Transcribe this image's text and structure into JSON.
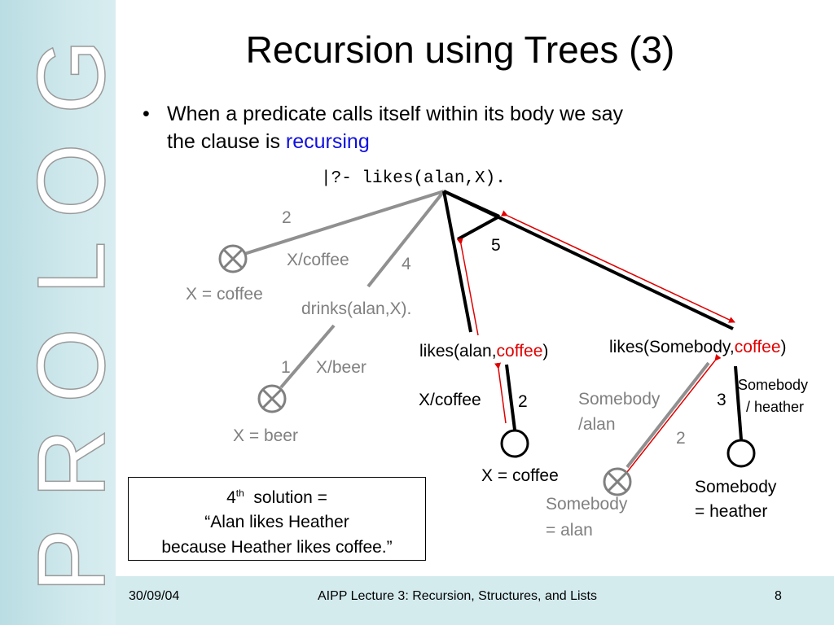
{
  "sidebar": {
    "logo_letters": [
      "P",
      "R",
      "O",
      "L",
      "O",
      "G"
    ]
  },
  "slide": {
    "title": "Recursion using Trees (3)",
    "bullet_marker": "•",
    "bullet_line1": "When a predicate calls itself within its body we say",
    "bullet_line2_prefix": "the clause is ",
    "bullet_highlight": "recursing"
  },
  "tree": {
    "query": "|?- likes(alan,X).",
    "branch_labels": {
      "b2": "2",
      "b4": "4",
      "b5": "5",
      "b1": "1",
      "b2b": "2",
      "b3": "3",
      "b2c": "2"
    },
    "subst": {
      "x_coffee_left": "X/coffee",
      "x_beer": "X/beer",
      "x_coffee_mid": "X/coffee",
      "somebody_alan_1": "Somebody",
      "somebody_alan_2": "/alan",
      "somebody_heather_1": "Somebody",
      "somebody_heather_2": "/ heather"
    },
    "goals": {
      "drinks": "drinks(alan,X).",
      "likes_alan_prefix": "likes(alan,",
      "likes_alan_coffee": "coffee",
      "likes_alan_suffix": ")",
      "likes_somebody_prefix": "likes(Somebody,",
      "likes_somebody_coffee": "coffee",
      "likes_somebody_suffix": ")"
    },
    "results": {
      "x_coffee_left": "X = coffee",
      "x_beer": "X = beer",
      "x_coffee_mid": "X = coffee",
      "somebody_alan_1": "Somebody",
      "somebody_alan_2": "= alan",
      "somebody_heather_1": "Somebody",
      "somebody_heather_2": "= heather"
    }
  },
  "solution_box": {
    "line1_num": "4",
    "line1_sup": "th",
    "line1_rest": "  solution =",
    "line2": "“Alan likes Heather",
    "line3": "because Heather likes coffee.”"
  },
  "footer": {
    "date": "30/09/04",
    "course": "AIPP Lecture 3: Recursion, Structures, and Lists",
    "page": "8"
  },
  "colors": {
    "grey_branch": "#909090",
    "red_trace": "#e00000",
    "highlight_blue": "#1010e0"
  }
}
